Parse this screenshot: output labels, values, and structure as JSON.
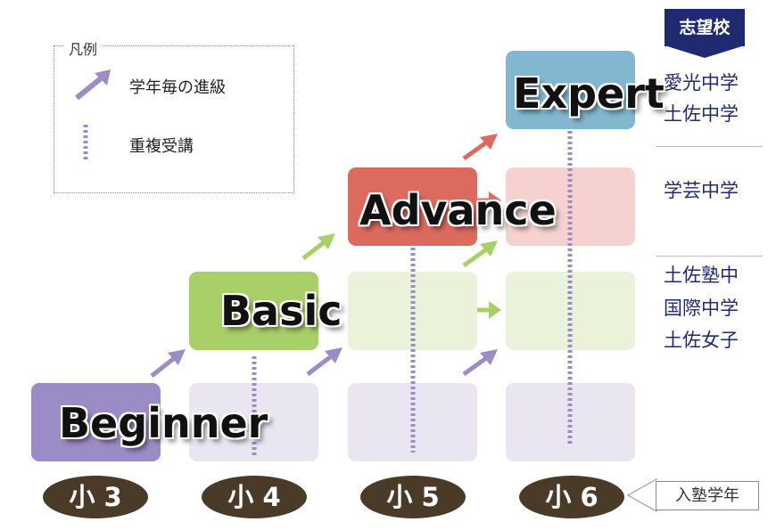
{
  "legend": {
    "title": "凡例",
    "items": [
      {
        "label": "学年毎の進級",
        "kind": "arrow"
      },
      {
        "label": "重複受講",
        "kind": "dotted-line"
      }
    ]
  },
  "levels": {
    "beginner": "Beginner",
    "basic": "Basic",
    "advance": "Advance",
    "expert": "Expert"
  },
  "grades": [
    "小 3",
    "小 4",
    "小 5",
    "小 6"
  ],
  "entry_label": "入塾学年",
  "target": {
    "badge": "志望校",
    "groups": [
      {
        "schools": [
          "愛光中学",
          "土佐中学"
        ]
      },
      {
        "schools": [
          "学芸中学"
        ]
      },
      {
        "schools": [
          "土佐塾中",
          "国際中学",
          "土佐女子"
        ]
      }
    ]
  },
  "colors": {
    "purple": "#9b8cc5",
    "green": "#a9cf69",
    "red": "#dc6a5f",
    "blue": "#83b7cf",
    "navy": "#1f2a70",
    "grade_brown": "#4a3a28"
  }
}
